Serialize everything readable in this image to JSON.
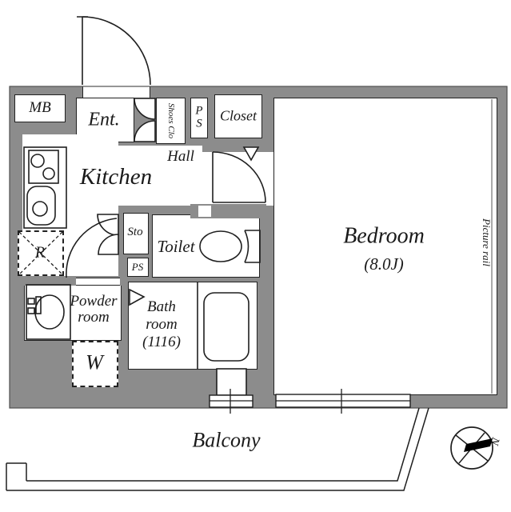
{
  "colors": {
    "wall": "#8c8c8c",
    "line": "#1f1f1f",
    "floor": "#ffffff"
  },
  "rooms": {
    "mb": {
      "label": "MB"
    },
    "ent": {
      "label": "Ent."
    },
    "shoes_clo": {
      "label": "Shoes Clo"
    },
    "ps_top": {
      "line1": "P",
      "line2": "S"
    },
    "closet": {
      "label": "Closet"
    },
    "kitchen": {
      "label": "Kitchen"
    },
    "hall": {
      "label": "Hall"
    },
    "sto": {
      "label": "Sto"
    },
    "toilet": {
      "label": "Toilet"
    },
    "ps_mid": {
      "label": "PS"
    },
    "powder": {
      "line1": "Powder",
      "line2": "room"
    },
    "washer": {
      "label": "W"
    },
    "fridge": {
      "label": "R"
    },
    "bath": {
      "line1": "Bath",
      "line2": "room",
      "line3": "(1116)"
    },
    "bedroom": {
      "label": "Bedroom",
      "size": "(8.0J)"
    },
    "balcony": {
      "label": "Balcony"
    },
    "picture_rail": {
      "label": "Picture rail"
    },
    "compass": {
      "north": "N"
    }
  }
}
